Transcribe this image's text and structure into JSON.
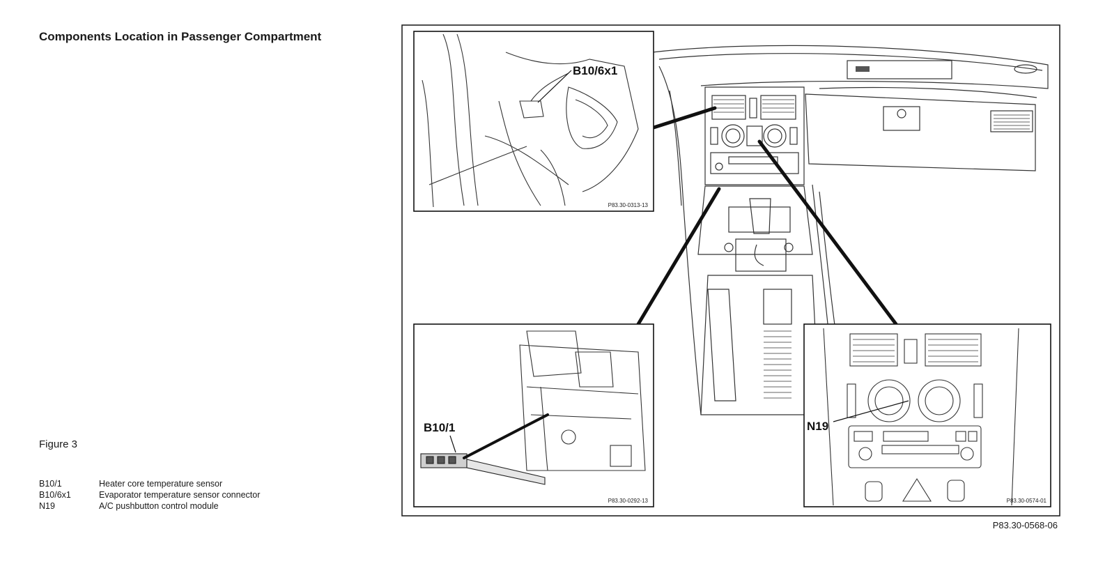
{
  "heading": "Components Location in Passenger Compartment",
  "figure_label": "Figure 3",
  "legend": [
    {
      "code": "B10/1",
      "description": "Heater core temperature sensor"
    },
    {
      "code": "B10/6x1",
      "description": "Evaporator temperature sensor connector"
    },
    {
      "code": "N19",
      "description": "A/C pushbutton control module"
    }
  ],
  "callouts": {
    "evaporator_connector": "B10/6x1",
    "heater_sensor": "B10/1",
    "ac_module": "N19"
  },
  "inset_ids": {
    "top_left": "P83.30-0313-13",
    "bottom_left": "P83.30-0292-13",
    "bottom_right": "P83.30-0574-01"
  },
  "figure_id": "P83.30-0568-06"
}
